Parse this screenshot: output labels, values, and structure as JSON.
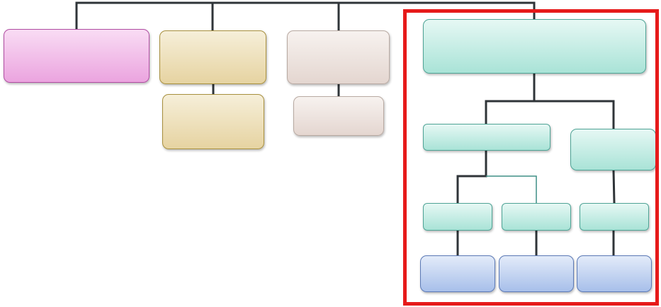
{
  "diagram": {
    "type": "org-chart",
    "text_labels": [],
    "colors": {
      "connector": "#2f3438",
      "highlight": "#e61a1a",
      "pink": "#eba4df",
      "tan": "#e6d3a1",
      "stone": "#e4d6d0",
      "teal": "#a9e3d7",
      "blue": "#a7bfea"
    },
    "nodes": [
      {
        "name": "node-branch-1",
        "style": "pink"
      },
      {
        "name": "node-branch-2",
        "style": "tan"
      },
      {
        "name": "node-branch-2-child",
        "style": "tan"
      },
      {
        "name": "node-branch-3",
        "style": "stone"
      },
      {
        "name": "node-branch-3-child",
        "style": "stone"
      },
      {
        "name": "node-branch-4-root",
        "style": "teal"
      },
      {
        "name": "node-branch-4-left",
        "style": "teal"
      },
      {
        "name": "node-branch-4-right",
        "style": "teal"
      },
      {
        "name": "node-level3-a",
        "style": "teal"
      },
      {
        "name": "node-level3-b",
        "style": "teal"
      },
      {
        "name": "node-level3-c",
        "style": "teal"
      },
      {
        "name": "node-leaf-a",
        "style": "blue"
      },
      {
        "name": "node-leaf-b",
        "style": "blue"
      },
      {
        "name": "node-leaf-c",
        "style": "blue"
      }
    ],
    "highlighted_group": "branch-4"
  }
}
